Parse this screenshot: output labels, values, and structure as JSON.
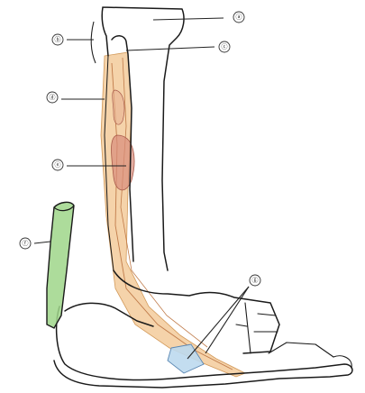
{
  "diagram": {
    "labels": [
      {
        "id": "a",
        "text": "ⓐ"
      },
      {
        "id": "b",
        "text": "ⓑ"
      },
      {
        "id": "c",
        "text": "ⓒ"
      },
      {
        "id": "d",
        "text": "ⓓ"
      },
      {
        "id": "e",
        "text": "ⓔ"
      },
      {
        "id": "f",
        "text": "ⓕ"
      },
      {
        "id": "g",
        "text": "ⓖ"
      }
    ],
    "colors": {
      "tendon_orange": "#f2c48d",
      "muscle_red": "#d98c7a",
      "green_bone": "#9fd68a",
      "blue_patch": "#bcd9ee",
      "outline": "#1a1a1a"
    }
  }
}
